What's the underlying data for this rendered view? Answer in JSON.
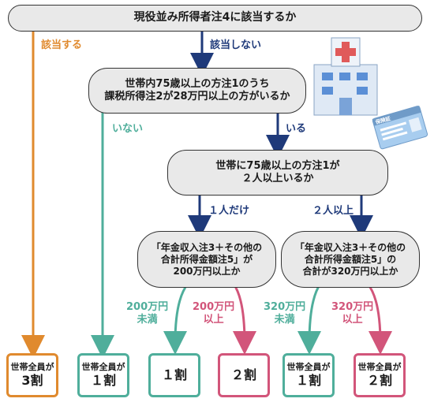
{
  "nodes": {
    "root": "現役並み所得者注4に該当するか",
    "q2_line1": "世帯内75歳以上の方注1のうち",
    "q2_line2": "課税所得注2が28万円以上の方がいるか",
    "q3_line1": "世帯に75歳以上の方注1が",
    "q3_line2": "２人以上いるか",
    "q4a_line1": "「年金収入注3＋その他の",
    "q4a_line2": "合計所得金額注5」が",
    "q4a_line3": "200万円以上か",
    "q4b_line1": "「年金収入注3＋その他の",
    "q4b_line2": "合計所得金額注5」の",
    "q4b_line3": "合計が320万円以上か"
  },
  "edge_labels": {
    "applicable": "該当する",
    "not_applicable": "該当しない",
    "none": "いない",
    "exists": "いる",
    "one_only": "１人だけ",
    "two_or_more": "２人以上",
    "a_under_1": "200万円",
    "a_under_2": "未満",
    "a_over_1": "200万円",
    "a_over_2": "以上",
    "b_under_1": "320万円",
    "b_under_2": "未満",
    "b_over_1": "320万円",
    "b_over_2": "以上"
  },
  "results": [
    {
      "top": "世帯全員が",
      "bottom": "3割",
      "color": "#e08a2e"
    },
    {
      "top": "世帯全員が",
      "bottom": "１割",
      "color": "#4fae9b"
    },
    {
      "top": "",
      "bottom": "１割",
      "color": "#4fae9b"
    },
    {
      "top": "",
      "bottom": "２割",
      "color": "#d2557a"
    },
    {
      "top": "世帯全員が",
      "bottom": "１割",
      "color": "#4fae9b"
    },
    {
      "top": "世帯全員が",
      "bottom": "２割",
      "color": "#d2557a"
    }
  ],
  "colors": {
    "orange": "#e08a2e",
    "teal": "#4fae9b",
    "pink": "#d2557a",
    "navy": "#1f3a7a"
  },
  "icons": {
    "hospital": "hospital-icon",
    "card": "insurance-card-icon",
    "card_label": "保険証"
  }
}
